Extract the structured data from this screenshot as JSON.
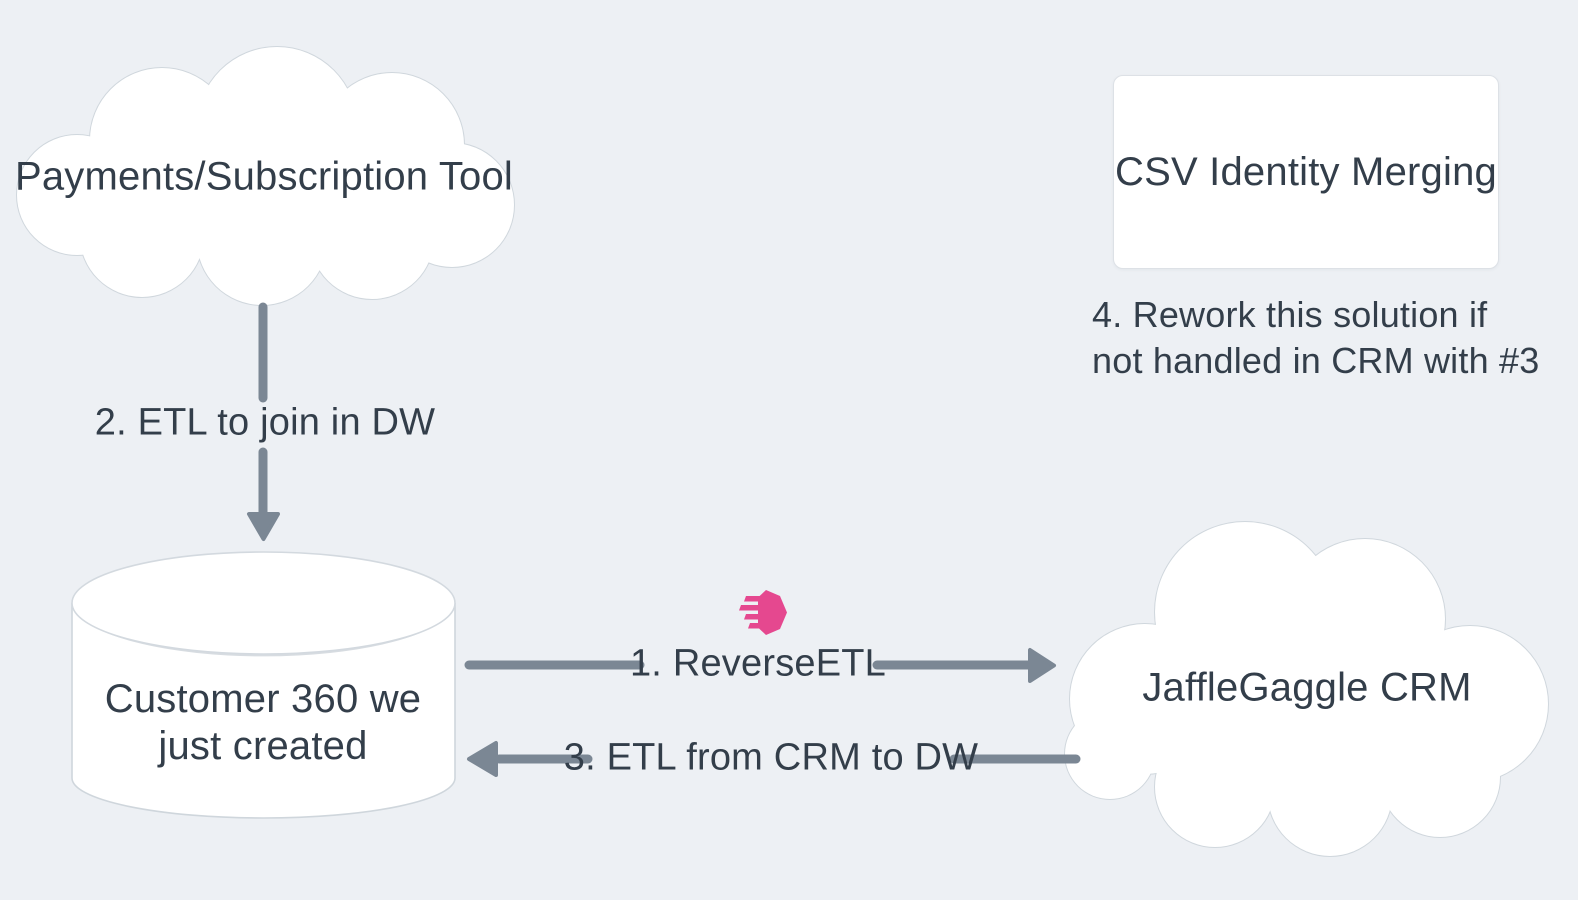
{
  "colors": {
    "background": "#edf0f4",
    "node_fill": "#ffffff",
    "node_border": "#d0d7dd",
    "text": "#333e4a",
    "arrow_gray": "#7b8794",
    "logo_pink": "#e5488f"
  },
  "nodes": {
    "payments_tool": {
      "shape": "cloud",
      "label": "Payments/Subscription Tool"
    },
    "csv_identity_merging": {
      "shape": "rounded-rectangle",
      "label": "CSV Identity Merging"
    },
    "customer_360": {
      "shape": "database-cylinder",
      "label": "Customer 360 we just created",
      "lines": [
        "Customer 360 we",
        "just created"
      ]
    },
    "jafflegaggle_crm": {
      "shape": "cloud",
      "label": "JaffleGaggle CRM"
    }
  },
  "edges": {
    "reverse_etl": {
      "label": "1. ReverseETL",
      "from": "customer_360",
      "to": "jafflegaggle_crm",
      "direction": "right"
    },
    "etl_to_join_in_dw": {
      "label": "2. ETL to join in DW",
      "from": "payments_tool",
      "to": "customer_360",
      "direction": "down"
    },
    "etl_from_crm_to_dw": {
      "label": "3. ETL from CRM to DW",
      "from": "jafflegaggle_crm",
      "to": "customer_360",
      "direction": "left"
    }
  },
  "annotations": {
    "rework_note": {
      "lines": [
        "4. Rework this solution if",
        "not handled in CRM with #3"
      ]
    }
  },
  "icons": {
    "reverse_etl_logo": "grouparoo-speeding-hexagon-logo"
  }
}
